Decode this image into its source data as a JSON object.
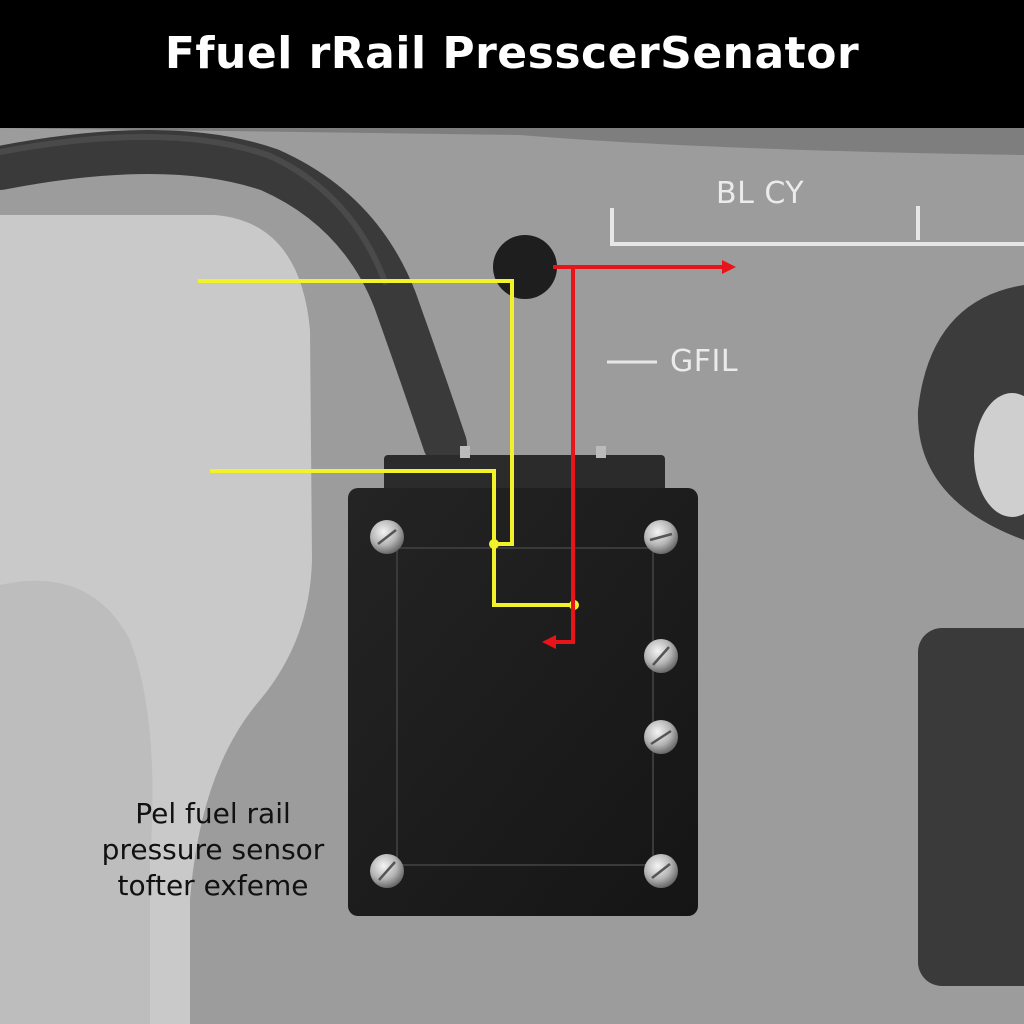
{
  "title": "Ffuel rRail PresscerSenator",
  "labels": {
    "top_right": "BL CY",
    "middle_right": "GFIL"
  },
  "caption": {
    "line1": "Pel fuel rail",
    "line2": "pressure sensor",
    "line3": "tofter exfeme"
  },
  "icons": {
    "screw": "screw-icon",
    "arrow": "arrow-head-icon"
  },
  "colors": {
    "title_background": "#000000",
    "title_text": "#ffffff",
    "background": "#9a9a9a",
    "sensor_body": "#1b1b1b",
    "wire_yellow": "#f2f22a",
    "wire_red": "#e8141a",
    "label_text": "#ebebeb",
    "caption_text": "#111111"
  }
}
